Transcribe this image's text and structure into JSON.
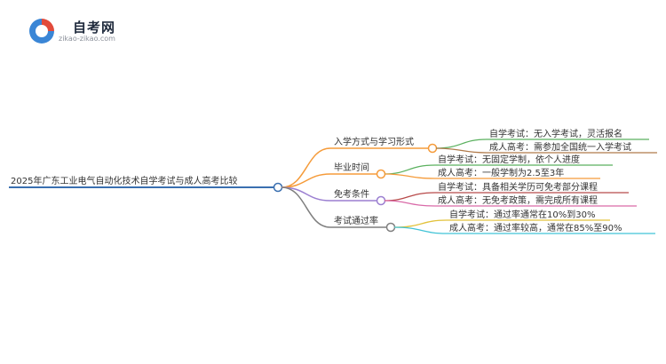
{
  "brand": {
    "name": "自考网",
    "url": "zikao-zikao.com"
  },
  "mindmap": {
    "root": "2025年广东工业电气自动化技术自学考试与成人高考比较",
    "branches": [
      {
        "label": "入学方式与学习形式",
        "color": "#f59b3a",
        "children": [
          {
            "text": "自学考试：无入学考试，灵活报名",
            "color": "#5bb15f"
          },
          {
            "text": "成人高考：需参加全国统一入学考试",
            "color": "#b07a4a"
          }
        ]
      },
      {
        "label": "毕业时间",
        "color": "#f59b3a",
        "children": [
          {
            "text": "自学考试：无固定学制，依个人进度",
            "color": "#5bb15f"
          },
          {
            "text": "成人高考：一般学制为2.5至3年",
            "color": "#f59b3a"
          }
        ]
      },
      {
        "label": "免考条件",
        "color": "#9b7fd1",
        "children": [
          {
            "text": "自学考试：具备相关学历可免考部分课程",
            "color": "#b84a4a"
          },
          {
            "text": "成人高考：无免考政策，需完成所有课程",
            "color": "#d96aa8"
          }
        ]
      },
      {
        "label": "考试通过率",
        "color": "#7f7f7f",
        "children": [
          {
            "text": "自学考试：通过率通常在10%到30%",
            "color": "#e2c23a"
          },
          {
            "text": "成人高考：通过率较高，通常在85%至90%",
            "color": "#41c3d6"
          }
        ]
      }
    ]
  },
  "colors": {
    "root_line": "#3a6fb0",
    "text": "#333333"
  }
}
